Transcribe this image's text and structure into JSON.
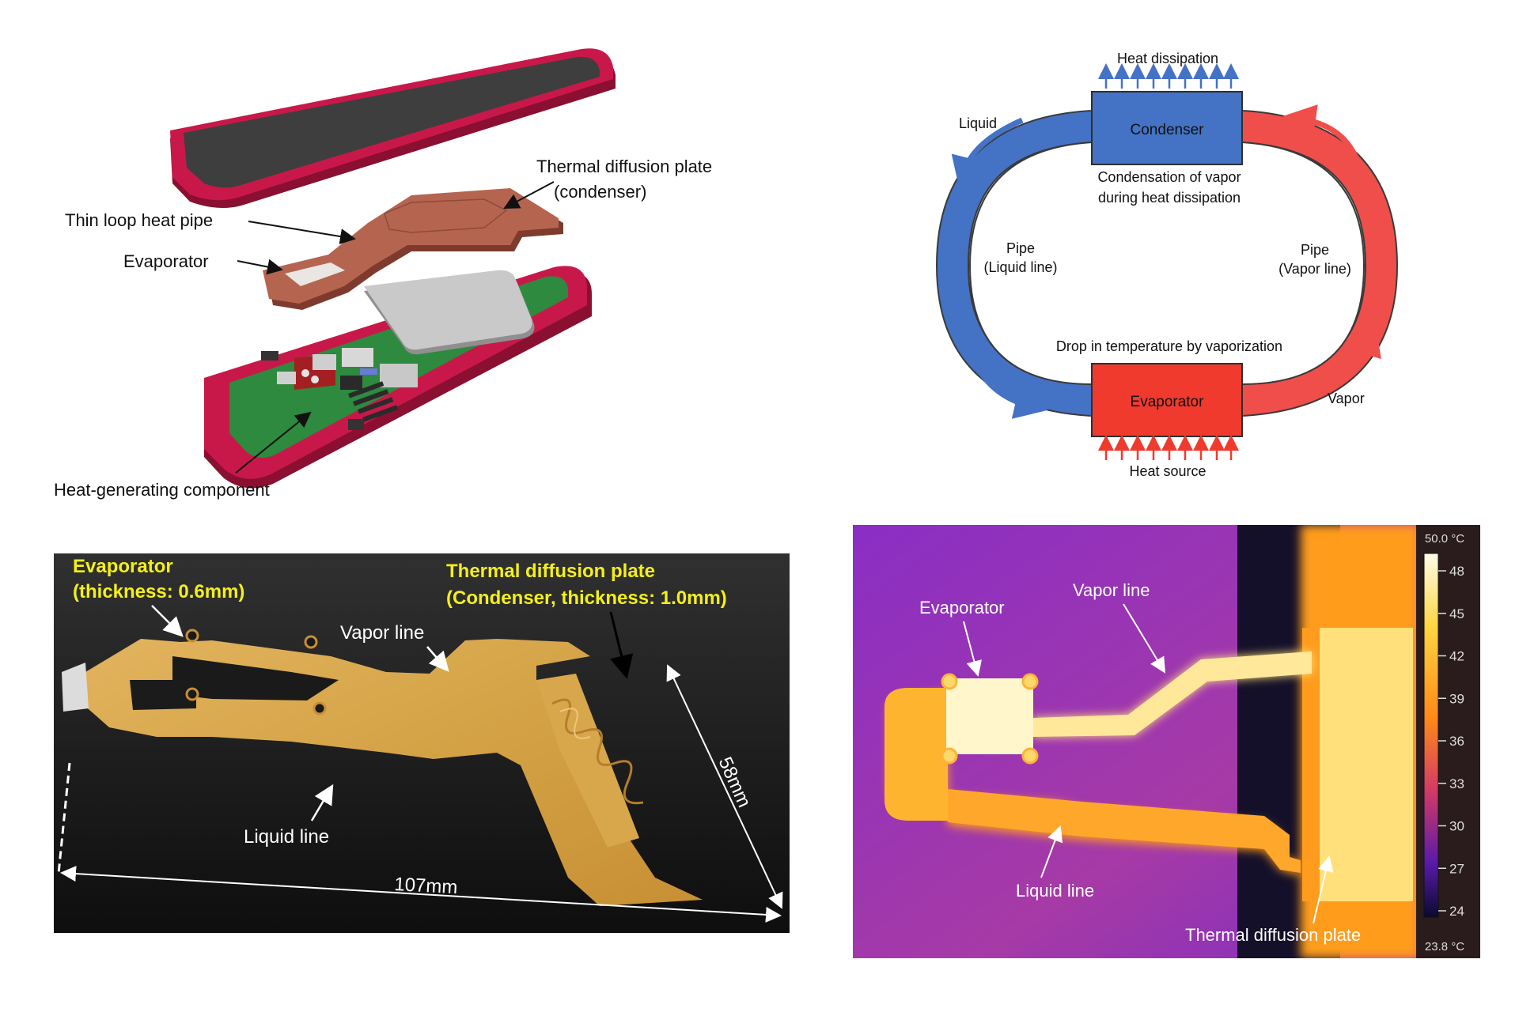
{
  "exploded_view": {
    "label_thermal_plate_1": "Thermal diffusion plate",
    "label_thermal_plate_2": "(condenser)",
    "label_loop_pipe": "Thin loop heat pipe",
    "label_evaporator": "Evaporator",
    "label_heat_component": "Heat-generating component",
    "device_color": "#c8184a",
    "copper_color": "#b5654f",
    "board_color": "#2e8a3e"
  },
  "loop_diagram": {
    "heat_dissipation": "Heat dissipation",
    "condenser": "Condenser",
    "liquid": "Liquid",
    "condensation_1": "Condensation of vapor",
    "condensation_2": "during heat dissipation",
    "pipe_left_1": "Pipe",
    "pipe_left_2": "(Liquid line)",
    "pipe_right_1": "Pipe",
    "pipe_right_2": "(Vapor line)",
    "drop_temp": "Drop in temperature by vaporization",
    "evaporator": "Evaporator",
    "vapor": "Vapor",
    "heat_source": "Heat source",
    "liquid_color": "#4472c4",
    "vapor_color": "#f04e4a"
  },
  "photo": {
    "evaporator_1": "Evaporator",
    "evaporator_2": "(thickness: 0.6mm)",
    "plate_1": "Thermal diffusion plate",
    "plate_2": "(Condenser, thickness: 1.0mm)",
    "vapor_line": "Vapor line",
    "liquid_line": "Liquid line",
    "dim_width": "107mm",
    "dim_height": "58mm",
    "highlight_color": "#f4ef1a"
  },
  "thermal": {
    "evaporator": "Evaporator",
    "vapor_line": "Vapor line",
    "liquid_line": "Liquid line",
    "plate": "Thermal diffusion plate",
    "scale_max": "50.0 °C",
    "scale_min": "23.8 °C",
    "ticks": [
      "48",
      "45",
      "42",
      "39",
      "36",
      "33",
      "30",
      "27",
      "24"
    ]
  }
}
